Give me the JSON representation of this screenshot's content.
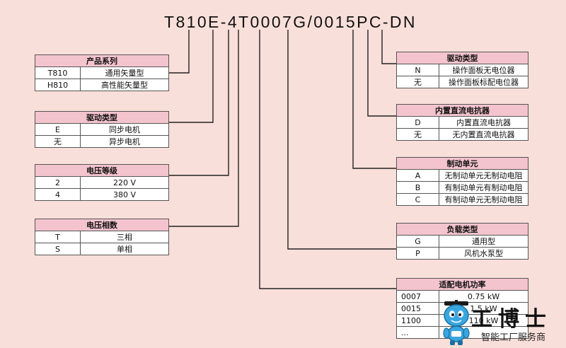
{
  "model_code": "T810E-4T0007G/0015PC-DN",
  "tables": {
    "series": {
      "title": "产品系列",
      "rows": [
        [
          "T810",
          "通用矢量型"
        ],
        [
          "H810",
          "高性能矢量型"
        ]
      ]
    },
    "drive_left": {
      "title": "驱动类型",
      "rows": [
        [
          "E",
          "同步电机"
        ],
        [
          "无",
          "异步电机"
        ]
      ]
    },
    "voltage": {
      "title": "电压等级",
      "rows": [
        [
          "2",
          "220 V"
        ],
        [
          "4",
          "380 V"
        ]
      ]
    },
    "phase": {
      "title": "电压相数",
      "rows": [
        [
          "T",
          "三相"
        ],
        [
          "S",
          "单相"
        ]
      ]
    },
    "drive_right": {
      "title": "驱动类型",
      "rows": [
        [
          "N",
          "操作面板无电位器"
        ],
        [
          "无",
          "操作面板标配电位器"
        ]
      ]
    },
    "reactor": {
      "title": "内置直流电抗器",
      "rows": [
        [
          "D",
          "内置直流电抗器"
        ],
        [
          "无",
          "无内置直流电抗器"
        ]
      ]
    },
    "brake": {
      "title": "制动单元",
      "rows": [
        [
          "A",
          "无制动单元无制动电阻"
        ],
        [
          "B",
          "有制动单元有制动电阻"
        ],
        [
          "C",
          "有制动单元无制动电阻"
        ]
      ]
    },
    "load": {
      "title": "负载类型",
      "rows": [
        [
          "G",
          "通用型"
        ],
        [
          "P",
          "风机水泵型"
        ]
      ]
    },
    "motor": {
      "title": "适配电机功率",
      "rows": [
        [
          "0007",
          "0.75 kW"
        ],
        [
          "0015",
          "1.5 kW"
        ],
        [
          "1100",
          "110 kW"
        ],
        [
          "...",
          ""
        ]
      ]
    }
  },
  "logo": {
    "name": "工博士",
    "tagline": "智能工厂服务商"
  },
  "colors": {
    "background": "#f9dfd9",
    "header": "#f4c4ce",
    "line": "#222222"
  }
}
